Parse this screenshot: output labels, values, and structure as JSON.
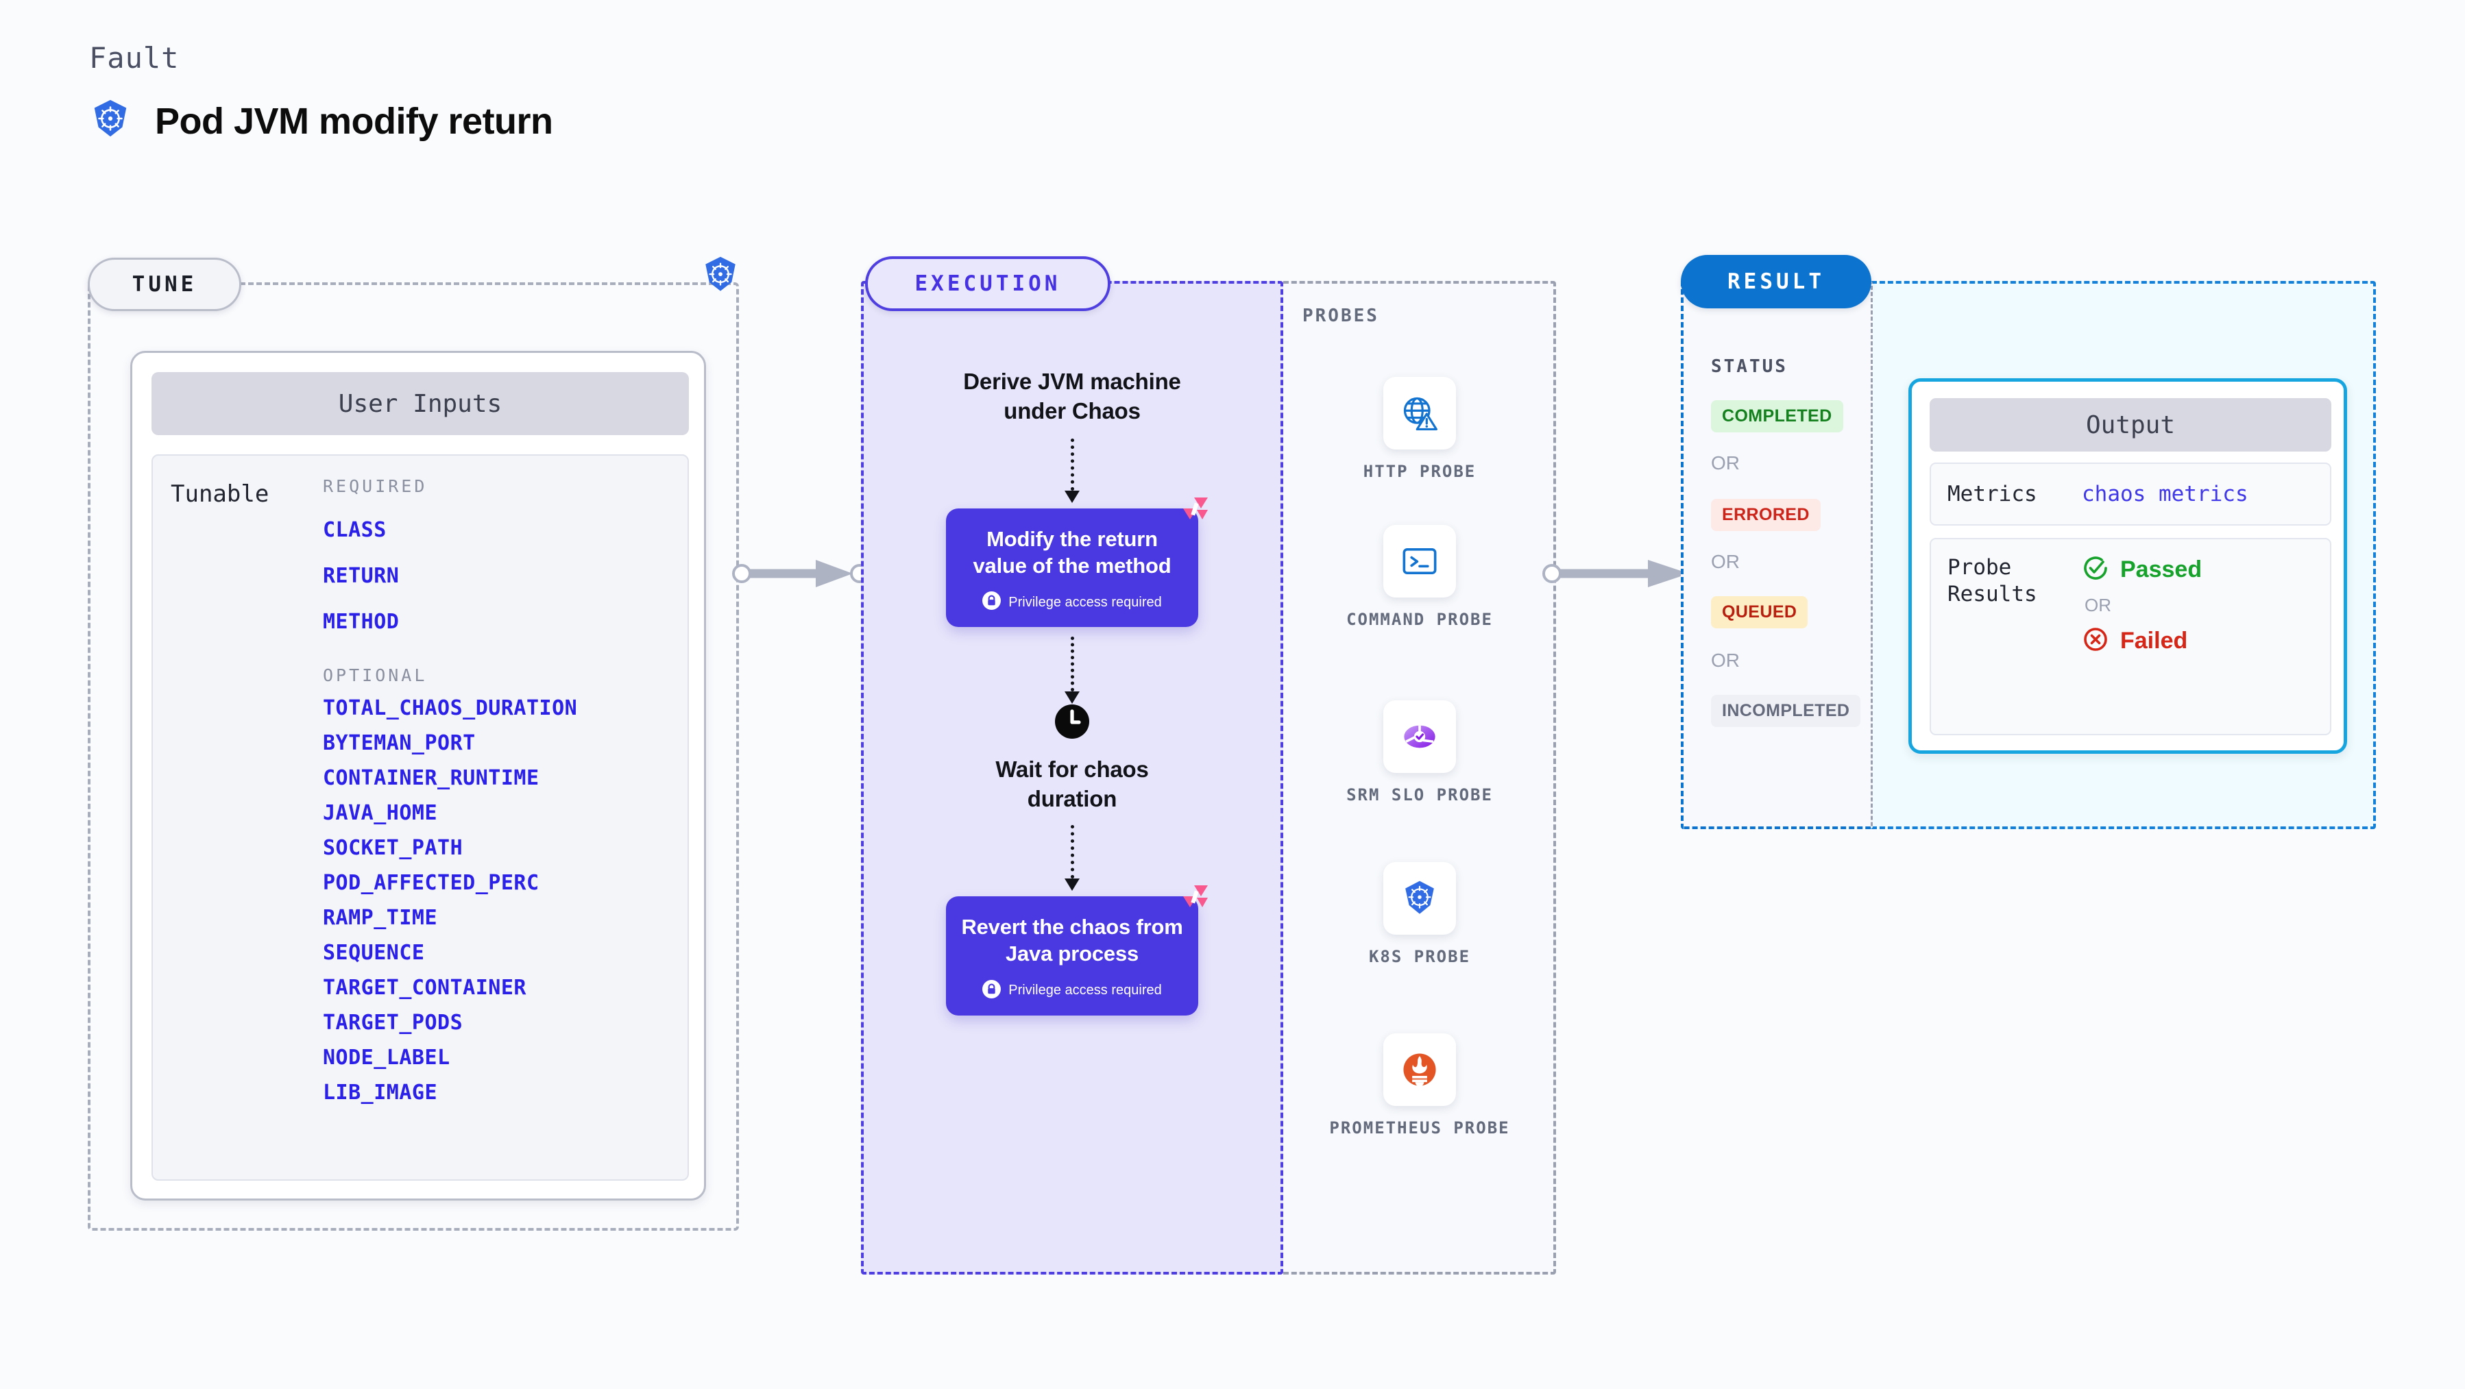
{
  "header": {
    "fault_label": "Fault",
    "title": "Pod JVM modify return",
    "icon": "kubernetes-icon"
  },
  "tune": {
    "pill_label": "TUNE",
    "badge_icon": "kubernetes-icon",
    "card": {
      "header": "User Inputs",
      "tunable_label": "Tunable",
      "required_heading": "REQUIRED",
      "required": [
        "CLASS",
        "RETURN",
        "METHOD"
      ],
      "optional_heading": "OPTIONAL",
      "optional": [
        "TOTAL_CHAOS_DURATION",
        "BYTEMAN_PORT",
        "CONTAINER_RUNTIME",
        "JAVA_HOME",
        "SOCKET_PATH",
        "POD_AFFECTED_PERC",
        "RAMP_TIME",
        "SEQUENCE",
        "TARGET_CONTAINER",
        "TARGET_PODS",
        "NODE_LABEL",
        "LIB_IMAGE"
      ]
    }
  },
  "execution": {
    "pill_label": "EXECUTION",
    "step1_text": "Derive JVM machine under Chaos",
    "step2": {
      "title": "Modify the return value of the method",
      "privilege": "Privilege access required",
      "badge_icon": "litmus-icon",
      "lock_icon": "lock-icon"
    },
    "step3": {
      "icon": "clock-icon",
      "text": "Wait for chaos duration"
    },
    "step4": {
      "title": "Revert the chaos from Java process",
      "privilege": "Privilege access required",
      "badge_icon": "litmus-icon",
      "lock_icon": "lock-icon"
    }
  },
  "probes": {
    "heading": "PROBES",
    "items": [
      {
        "label": "HTTP PROBE",
        "icon": "globe-warning-icon"
      },
      {
        "label": "COMMAND PROBE",
        "icon": "terminal-icon"
      },
      {
        "label": "SRM SLO PROBE",
        "icon": "srm-slo-icon"
      },
      {
        "label": "K8S PROBE",
        "icon": "kubernetes-icon"
      },
      {
        "label": "PROMETHEUS PROBE",
        "icon": "prometheus-icon"
      }
    ]
  },
  "result": {
    "pill_label": "RESULT",
    "status_heading": "STATUS",
    "or_label": "OR",
    "statuses": [
      {
        "label": "COMPLETED",
        "bg": "#dcf5dd",
        "fg": "#15801e"
      },
      {
        "label": "ERRORED",
        "bg": "#fde9e6",
        "fg": "#cc2418"
      },
      {
        "label": "QUEUED",
        "bg": "#fdeec5",
        "fg": "#b81f0f"
      },
      {
        "label": "INCOMPLETED",
        "bg": "#eef0f5",
        "fg": "#646a7b"
      }
    ],
    "output": {
      "header": "Output",
      "metrics_key": "Metrics",
      "metrics_value": "chaos metrics",
      "probe_key": "Probe Results",
      "passed_label": "Passed",
      "passed_icon": "check-circle-icon",
      "or_label": "OR",
      "failed_label": "Failed",
      "failed_icon": "x-circle-icon"
    }
  },
  "colors": {
    "background": "#fafbfd",
    "kubernetes_blue": "#326ce5",
    "execution_purple": "#4a38e0",
    "result_blue": "#0c73cf",
    "output_cyan": "#17a5e0",
    "param_blue": "#2b20e8",
    "litmus_pink": "#f9588f"
  }
}
